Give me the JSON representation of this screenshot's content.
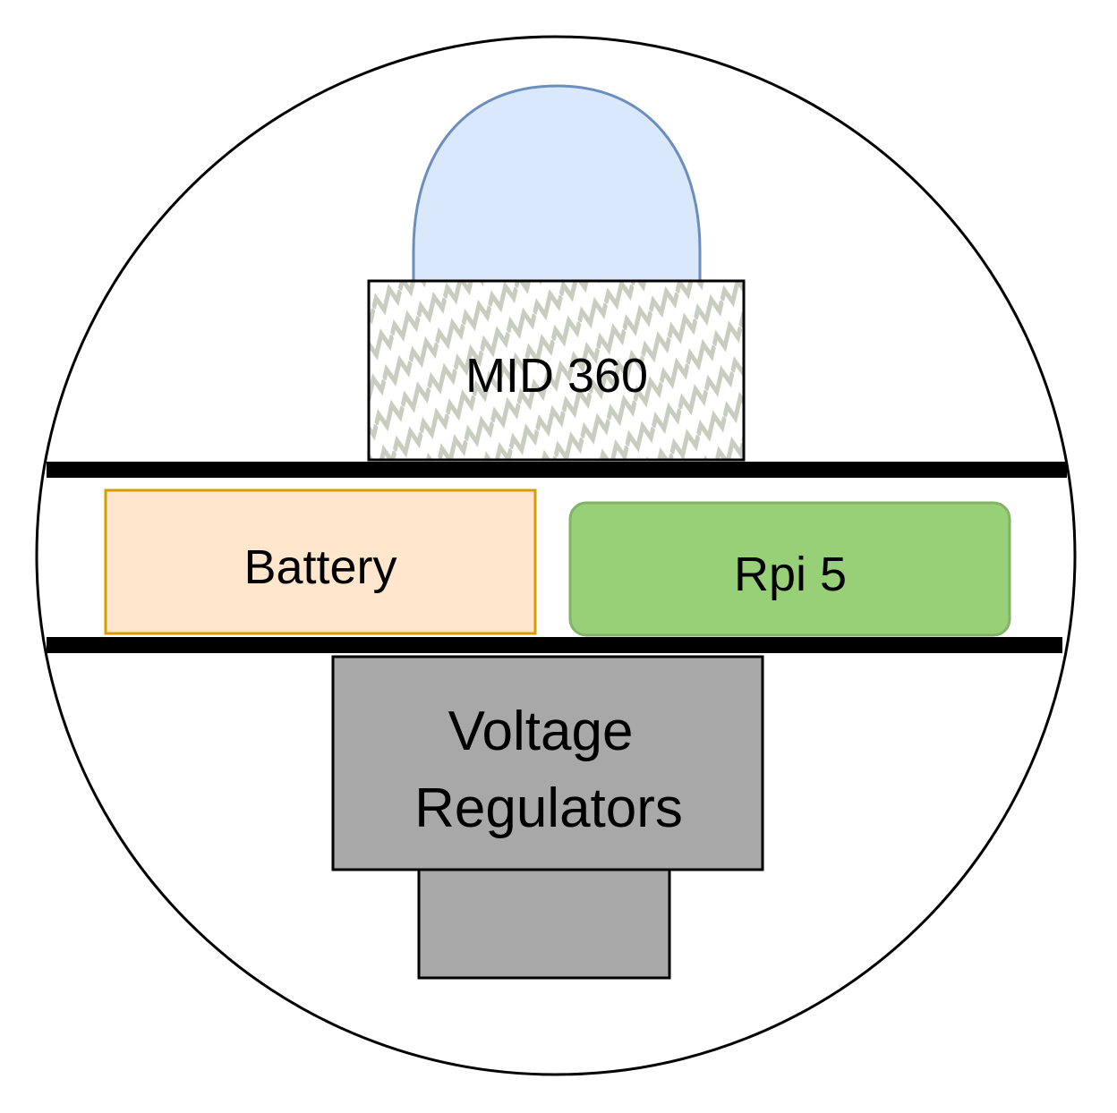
{
  "diagram": {
    "components": {
      "lidar": {
        "label": "MID 360"
      },
      "battery": {
        "label": "Battery"
      },
      "computer": {
        "label": "Rpi 5"
      },
      "regulators": {
        "line1": "Voltage",
        "line2": "Regulators"
      }
    },
    "colors": {
      "outline": "#000000",
      "dome_fill": "#dae8fc",
      "dome_stroke": "#6c8ebf",
      "lidar_pattern": "#c9cdbf",
      "battery_fill": "#ffe6cc",
      "battery_stroke": "#d79b00",
      "computer_fill": "#97d077",
      "computer_stroke": "#82b366",
      "regulator_fill": "#a8a8a8"
    }
  }
}
